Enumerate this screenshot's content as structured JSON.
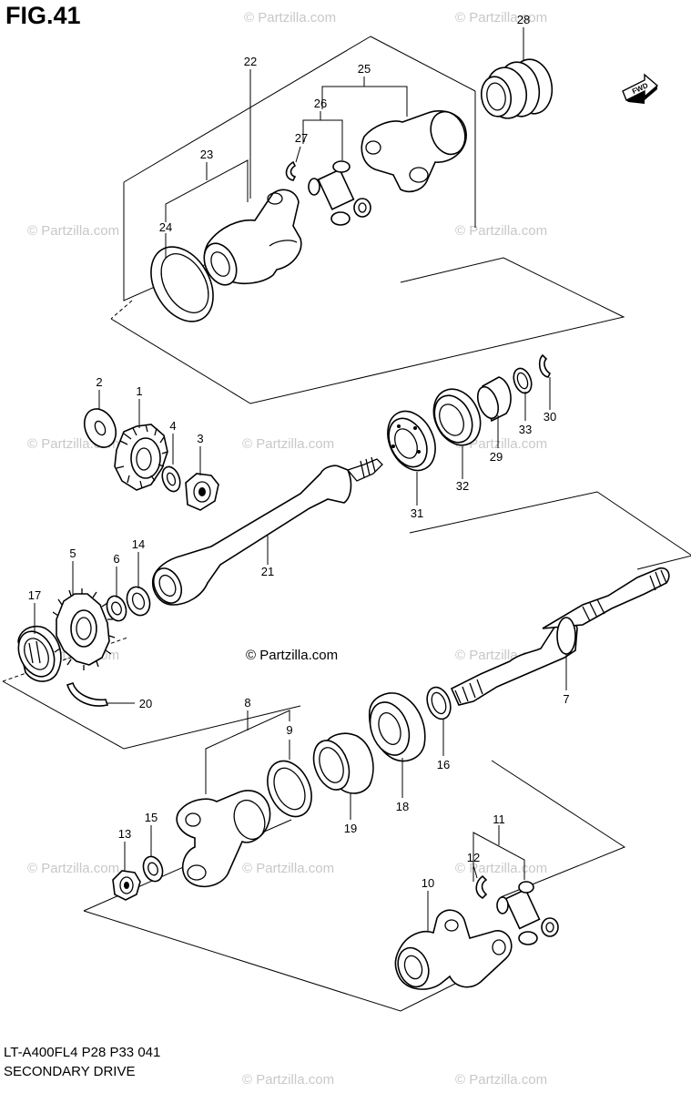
{
  "figure": {
    "title": "FIG.41",
    "model_code": "LT-A400FL4  P28  P33  041",
    "diagram_name": "SECONDARY DRIVE"
  },
  "watermark": {
    "text": "© Partzilla.com",
    "main_text": "© Partzilla.com"
  },
  "direction_marker": {
    "label": "FWD",
    "icon": "forward-arrow-icon"
  },
  "parts": {
    "p1": "1",
    "p2": "2",
    "p3": "3",
    "p4": "4",
    "p5": "5",
    "p6": "6",
    "p7": "7",
    "p8": "8",
    "p9": "9",
    "p10": "10",
    "p11": "11",
    "p12": "12",
    "p13": "13",
    "p14": "14",
    "p15": "15",
    "p16": "16",
    "p17": "17",
    "p18": "18",
    "p19": "19",
    "p20": "20",
    "p21": "21",
    "p22": "22",
    "p23": "23",
    "p24": "24",
    "p25": "25",
    "p26": "26",
    "p27": "27",
    "p28": "28",
    "p29": "29",
    "p30": "30",
    "p31": "31",
    "p32": "32",
    "p33": "33"
  }
}
